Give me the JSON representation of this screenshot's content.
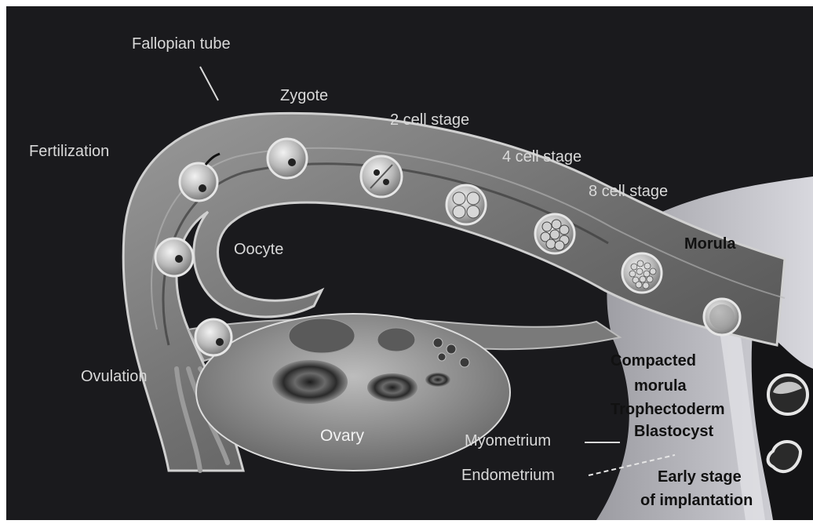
{
  "diagram": {
    "labels": {
      "fallopian_tube": "Fallopian tube",
      "zygote": "Zygote",
      "two_cell": "2 cell stage",
      "fertilization": "Fertilization",
      "four_cell": "4 cell stage",
      "eight_cell": "8 cell stage",
      "oocyte": "Oocyte",
      "morula": "Morula",
      "ovulation": "Ovulation",
      "compacted_1": "Compacted",
      "compacted_2": "morula",
      "trophectoderm": "Trophectoderm",
      "blastocyst": "Blastocyst",
      "ovary": "Ovary",
      "myometrium": "Myometrium",
      "endometrium": "Endometrium",
      "implantation_1": "Early stage",
      "implantation_2": "of implantation"
    },
    "colors": {
      "background": "#1a1a1d",
      "tube": "#8e8e8e",
      "uterus": "#c8c8cc",
      "cell": "#bdbdbd",
      "nucleus": "#222222"
    }
  }
}
